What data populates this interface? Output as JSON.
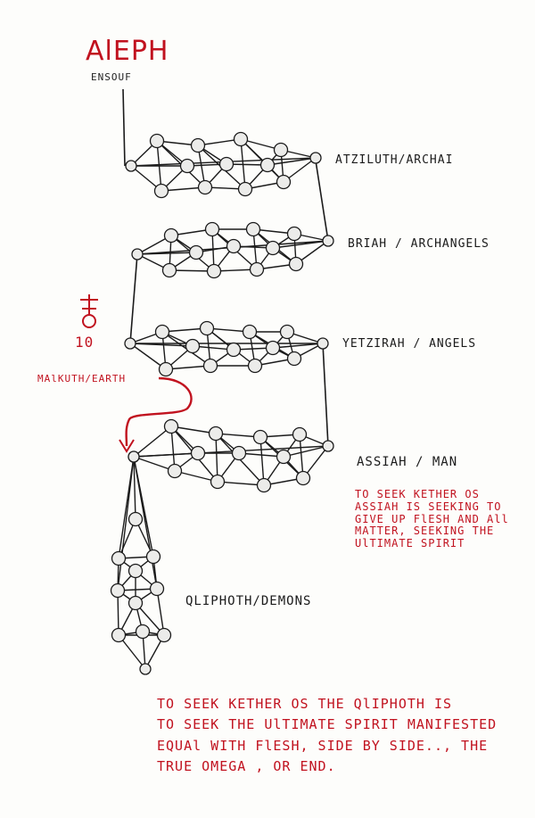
{
  "title": "AlEPH",
  "subtitle": "ENSOUF",
  "worlds": [
    {
      "label": "ATZILUTH/ARCHAI"
    },
    {
      "label": "BRIAH / ARCHANGELS"
    },
    {
      "label": "YETZIRAH / ANGELS"
    },
    {
      "label": "ASSIAH / MAN"
    }
  ],
  "qliphoth_label": "QLIPHOTH/DEMONS",
  "malkuth_label": "MAlKUTH/EARTH",
  "symbol_text": "10",
  "note_assiah": [
    "TO SEEK KETHER OS",
    "ASSIAH IS SEEKING TO",
    "GIVE UP FlESH AND All",
    "MATTER, SEEKING THE",
    "UlTIMATE SPIRIT"
  ],
  "note_qliphoth": [
    "TO SEEK KETHER OS THE QlIPHOTH IS",
    "TO SEEK THE UlTIMATE SPIRIT MANIFESTED",
    "EQUAl WITH FlESH, SIDE BY SIDE.., THE",
    "TRUE OMEGA , OR END."
  ],
  "colors": {
    "ink": "#1b1b1b",
    "red": "#c1121f",
    "node_fill": "#ececea"
  }
}
